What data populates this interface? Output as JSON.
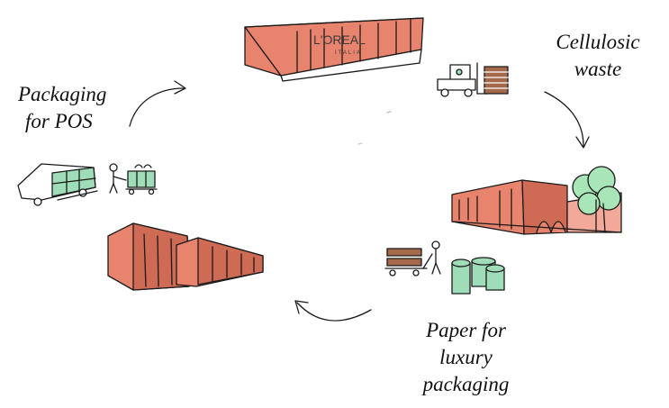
{
  "labels": {
    "cellulosic_waste": [
      "Cellulosic",
      "waste"
    ],
    "packaging_for_pos": [
      "Packaging",
      "for POS"
    ],
    "paper_for_luxury": [
      "Paper for",
      "luxury",
      "packaging"
    ]
  },
  "logo": {
    "brand": "L'OREAL",
    "sub": "ITALIA"
  },
  "colors": {
    "brick": "#e8836e",
    "brick_dark": "#cf6a55",
    "green": "#9fdcb8",
    "brown": "#a4694b",
    "tree": "#a8e6b8",
    "ink": "#1a1a1a"
  }
}
